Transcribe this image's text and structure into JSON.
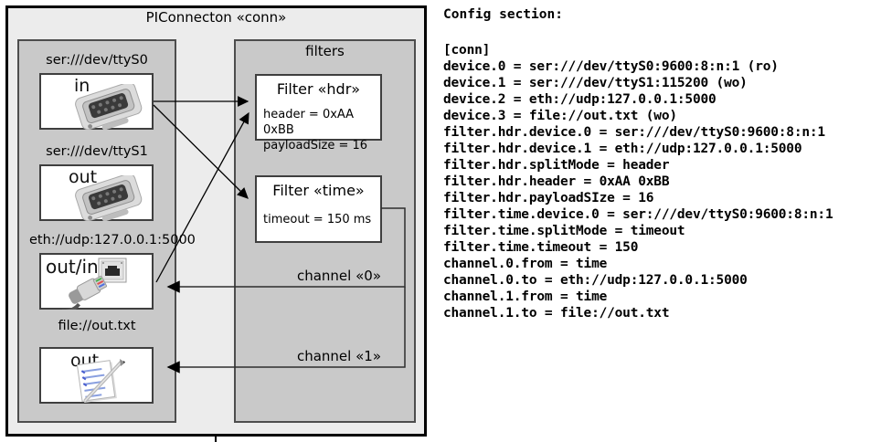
{
  "diagram": {
    "title": "PIConnecton «conn»",
    "devices_panel": {
      "devices": [
        {
          "label": "ser:///dev/ttyS0",
          "port": "in",
          "icon": "serial-connector"
        },
        {
          "label": "ser:///dev/ttyS1",
          "port": "out",
          "icon": "serial-connector"
        },
        {
          "label": "eth://udp:127.0.0.1:5000",
          "port": "out/in",
          "icon": "ethernet-connector"
        },
        {
          "label": "file://out.txt",
          "port": "out",
          "icon": "notepad"
        }
      ]
    },
    "filters_panel": {
      "title": "filters",
      "filters": [
        {
          "title": "Filter «hdr»",
          "properties": [
            "header = 0xAA 0xBB",
            "payloadSize = 16"
          ]
        },
        {
          "title": "Filter «time»",
          "properties": [
            "timeout = 150 ms"
          ]
        }
      ]
    },
    "channels": [
      {
        "label": "channel «0»"
      },
      {
        "label": "channel «1»"
      }
    ]
  },
  "config": {
    "heading": "Config section:",
    "lines": [
      "[conn]",
      "device.0 = ser:///dev/ttyS0:9600:8:n:1 (ro)",
      "device.1 = ser:///dev/ttyS1:115200 (wo)",
      "device.2 = eth://udp:127.0.0.1:5000",
      "device.3 = file://out.txt (wo)",
      "filter.hdr.device.0 = ser:///dev/ttyS0:9600:8:n:1",
      "filter.hdr.device.1 = eth://udp:127.0.0.1:5000",
      "filter.hdr.splitMode = header",
      "filter.hdr.header = 0xAA 0xBB",
      "filter.hdr.payloadSIze = 16",
      "filter.time.device.0 = ser:///dev/ttyS0:9600:8:n:1",
      "filter.time.splitMode = timeout",
      "filter.time.timeout = 150",
      "channel.0.from = time",
      "channel.0.to = eth://udp:127.0.0.1:5000",
      "channel.1.from = time",
      "channel.1.to = file://out.txt"
    ]
  },
  "colors": {
    "outer_fill": "#ececec",
    "panel_fill": "#c9c9c9",
    "box_border": "#3f3f3f",
    "outer_border": "#000000",
    "arrow": "#000000"
  }
}
